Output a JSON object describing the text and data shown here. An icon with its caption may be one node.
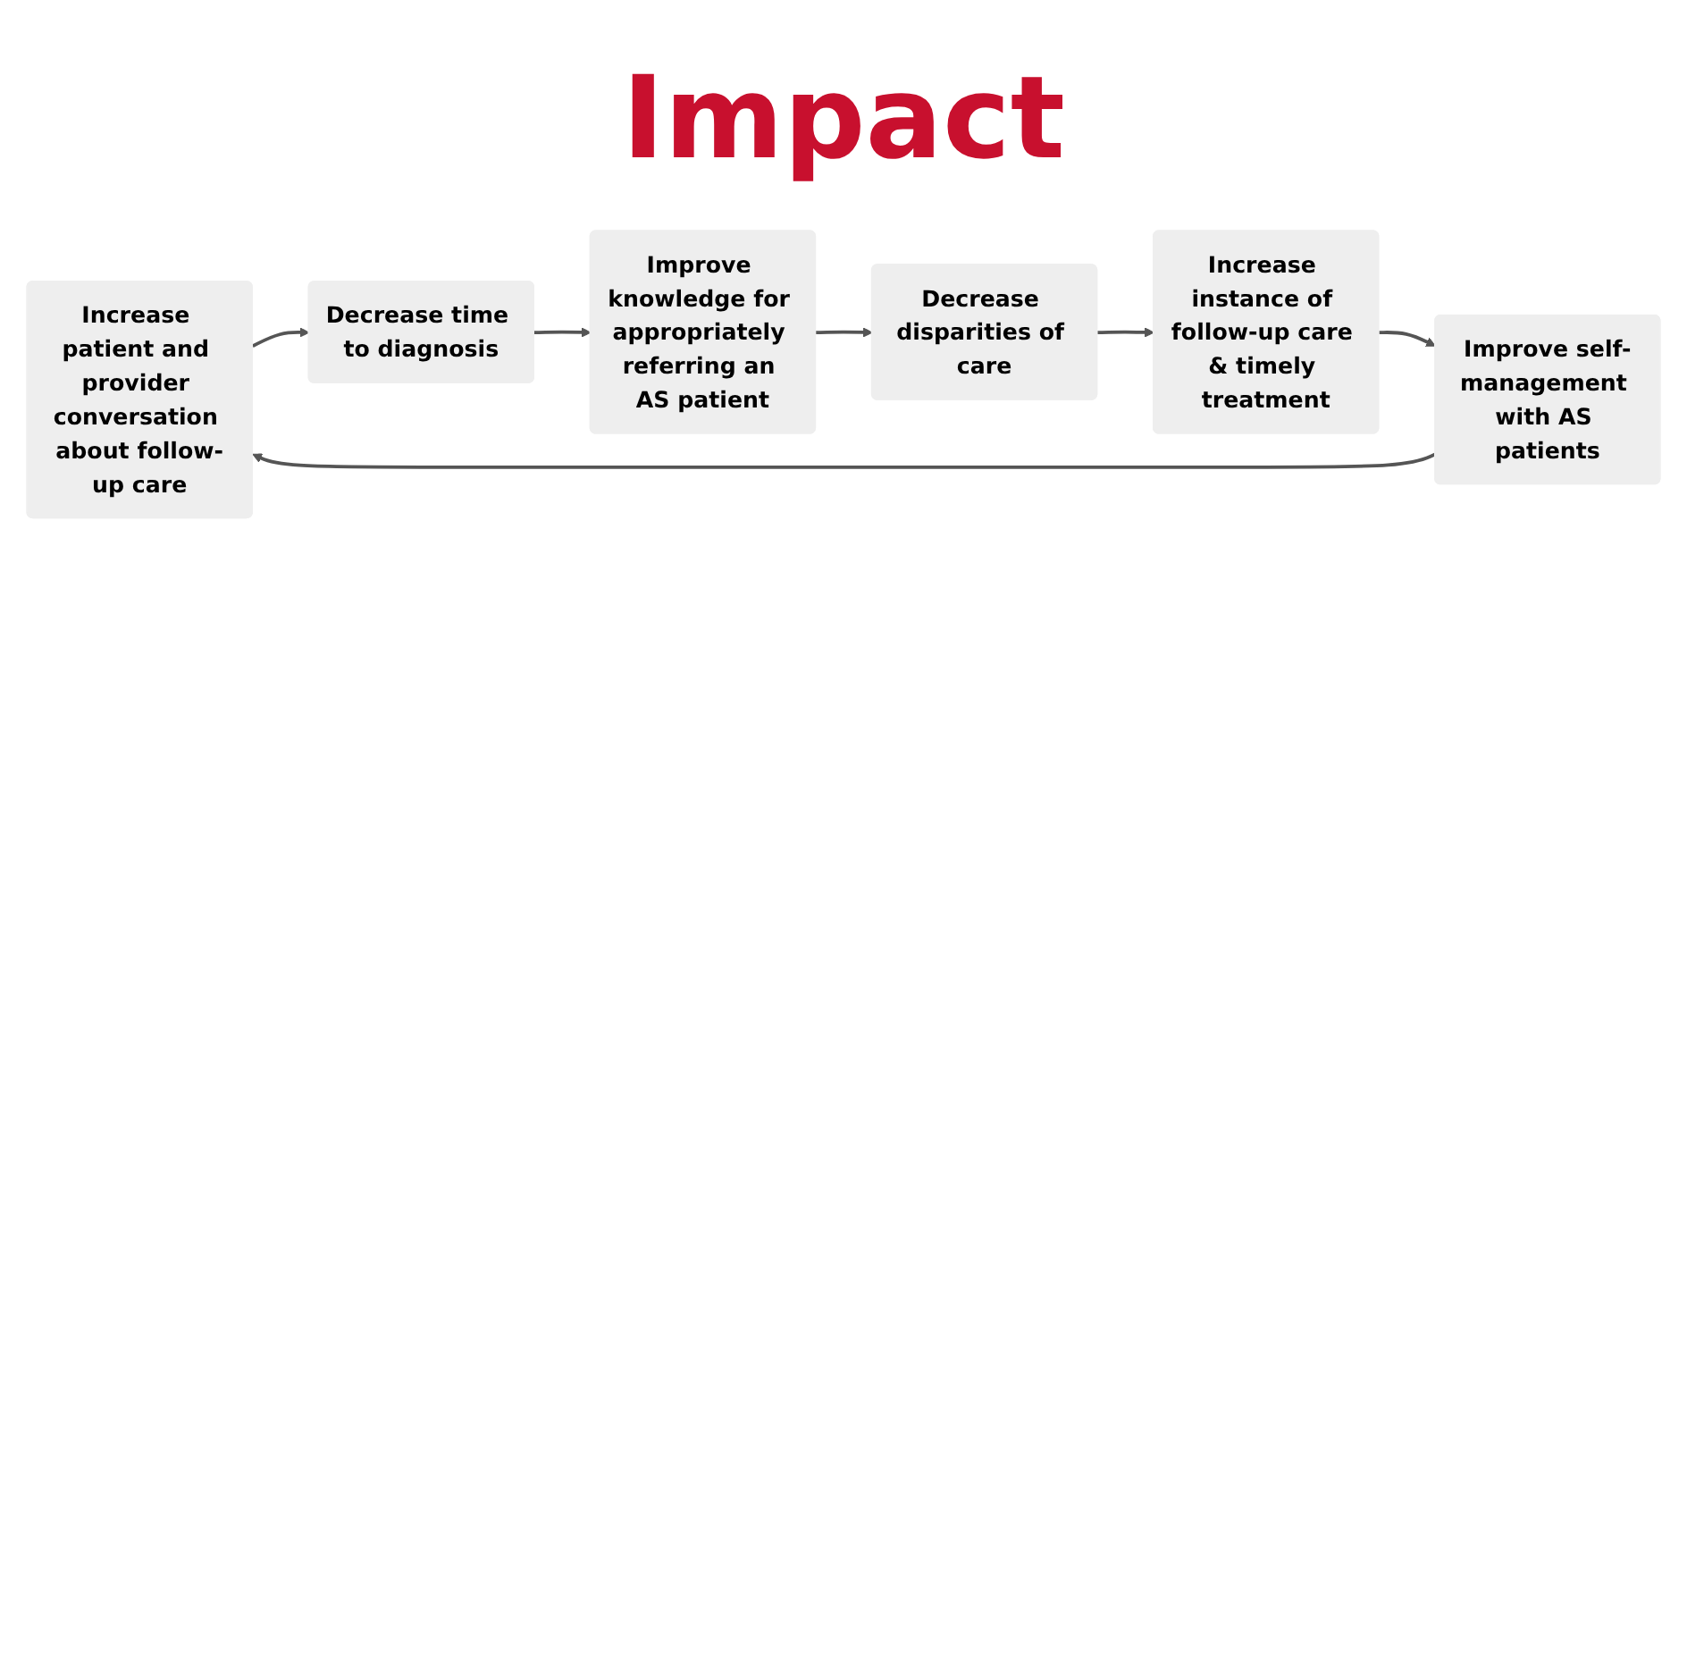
{
  "diagram": {
    "title": "Impact",
    "nodes": [
      {
        "text": [
          "Increase patient and provider conversation about follow-up care"
        ]
      },
      {
        "text": [
          "Decrease time to diagnosis"
        ]
      },
      {
        "text": [
          "Improve knowledge for appropriately referring an AS patient"
        ]
      },
      {
        "text": [
          "Decrease disparities of care"
        ]
      },
      {
        "text": [
          "Increase instance of follow-up care & timely treatment"
        ]
      },
      {
        "text": [
          "Improve self-management with AS patients"
        ]
      }
    ],
    "edges": [
      {
        "from": 0,
        "to": 1,
        "arrow": "to"
      },
      {
        "from": 1,
        "to": 2,
        "arrow": "to"
      },
      {
        "from": 2,
        "to": 3,
        "arrow": "to"
      },
      {
        "from": 3,
        "to": 4,
        "arrow": "to"
      },
      {
        "from": 4,
        "to": 5,
        "arrow": "to"
      },
      {
        "from": 5,
        "to": 0,
        "arrow": "to"
      }
    ]
  }
}
